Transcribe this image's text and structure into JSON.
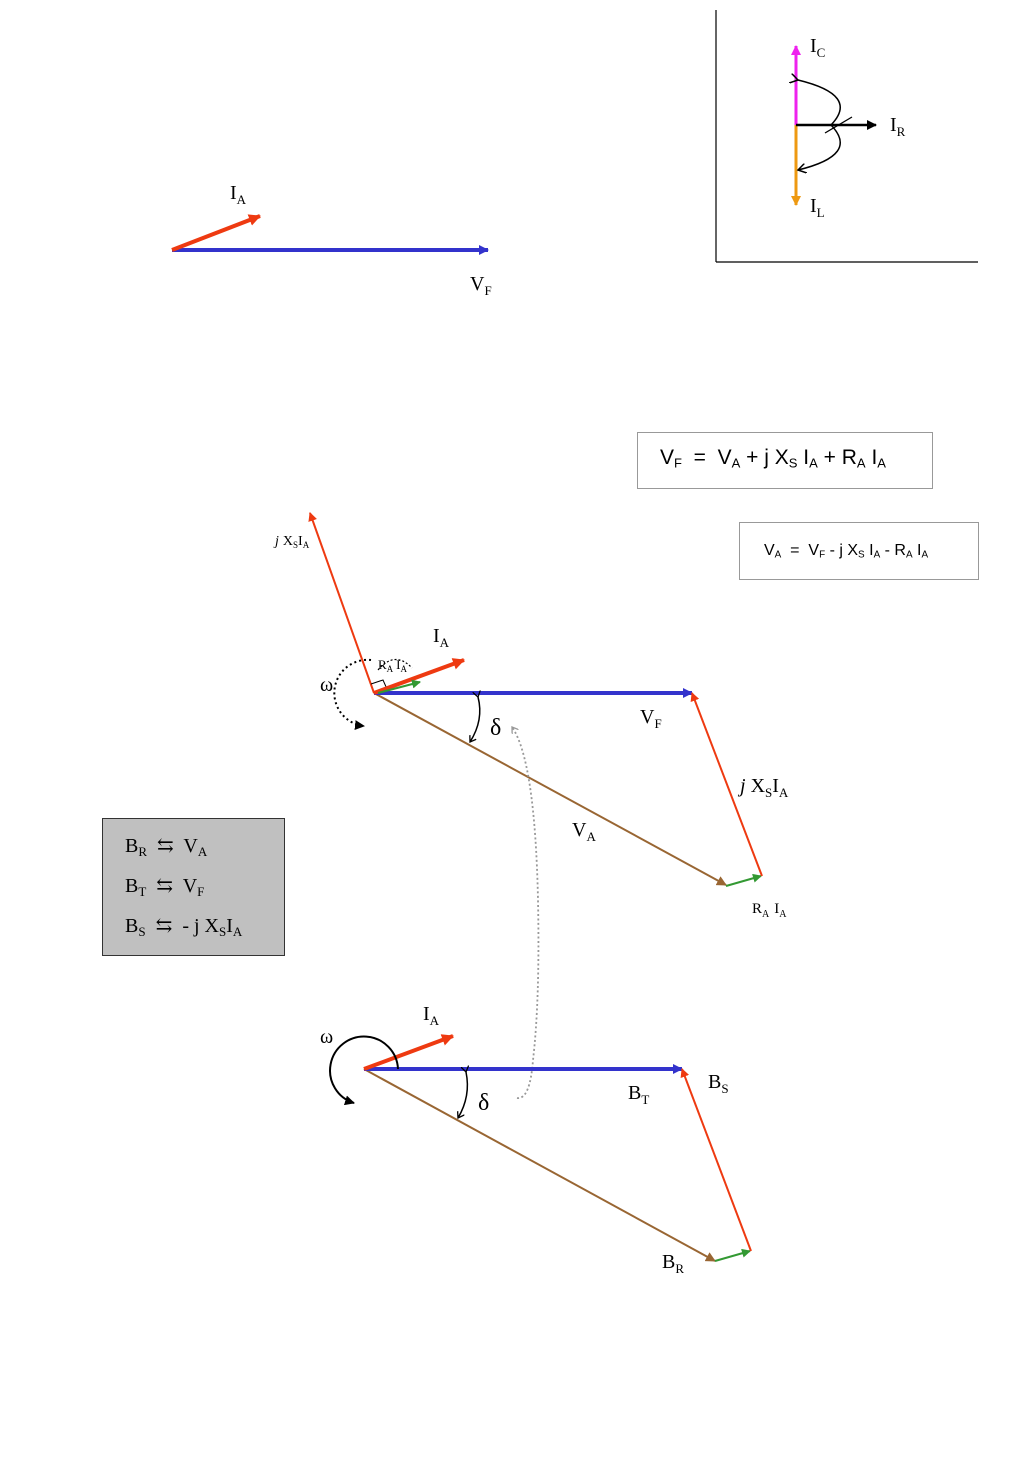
{
  "phasor_top": {
    "ia_label": "I",
    "ia_sub": "A",
    "vf_label": "V",
    "vf_sub": "F"
  },
  "inset": {
    "ic_label": "I",
    "ic_sub": "C",
    "ir_label": "I",
    "ir_sub": "R",
    "il_label": "I",
    "il_sub": "L"
  },
  "equation_1": {
    "lhs": "V",
    "lhs_sub": "F",
    "eq": "=",
    "a": "V",
    "a_sub": "A",
    "b": "+ j X",
    "b_sub": "S",
    "c": "I",
    "c_sub": "A",
    "d": "+ R",
    "d_sub": "A",
    "e": "I",
    "e_sub": "A"
  },
  "equation_2": {
    "lhs": "V",
    "lhs_sub": "A",
    "eq": "=",
    "a": "V",
    "a_sub": "F",
    "b": "- j X",
    "b_sub": "S",
    "c": "I",
    "c_sub": "A",
    "d": "- R",
    "d_sub": "A",
    "e": "I",
    "e_sub": "A"
  },
  "phasor_mid": {
    "jxs_top_j": "j",
    "jxs_top_x": "X",
    "jxs_top_x_sub": "S",
    "jxs_top_i": "I",
    "jxs_top_i_sub": "A",
    "omega": "ω",
    "ia_label": "I",
    "ia_sub": "A",
    "ra_small": "R",
    "ra_small_sub": "A",
    "ra_small_i": "I",
    "ra_small_i_sub": "A",
    "delta": "δ",
    "vf_label": "V",
    "vf_sub": "F",
    "jxs_j": "j",
    "jxs_x": "X",
    "jxs_x_sub": "S",
    "jxs_i": "I",
    "jxs_i_sub": "A",
    "va_label": "V",
    "va_sub": "A",
    "ra_label": "R",
    "ra_sub": "A",
    "ra_i": "I",
    "ra_i_sub": "A"
  },
  "mapping": [
    {
      "lhs": "B",
      "lhs_sub": "R",
      "arrow": "⇆",
      "rhs": "V",
      "rhs_sub": "A",
      "rhs_tail": "",
      "rhs_tail_sub": ""
    },
    {
      "lhs": "B",
      "lhs_sub": "T",
      "arrow": "⇆",
      "rhs": "V",
      "rhs_sub": "F",
      "rhs_tail": "",
      "rhs_tail_sub": ""
    },
    {
      "lhs": "B",
      "lhs_sub": "S",
      "arrow": "⇆",
      "rhs": "- j X",
      "rhs_sub": "S",
      "rhs_tail": "I",
      "rhs_tail_sub": "A"
    }
  ],
  "phasor_bottom": {
    "omega": "ω",
    "ia_label": "I",
    "ia_sub": "A",
    "delta": "δ",
    "bt_label": "B",
    "bt_sub": "T",
    "bs_label": "B",
    "bs_sub": "S",
    "br_label": "B",
    "br_sub": "R"
  },
  "colors": {
    "blue": "#3333cc",
    "red": "#ee3a11",
    "brown": "#996633",
    "green": "#339933",
    "magenta": "#ee22ee",
    "orange": "#ee9911",
    "black": "#000000",
    "gray": "#999999"
  }
}
